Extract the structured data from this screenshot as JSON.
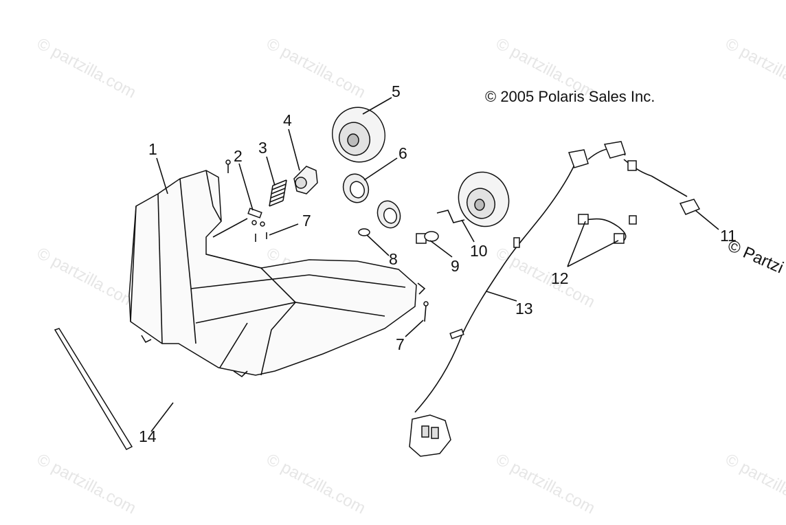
{
  "watermark": {
    "text": "© partzilla.com"
  },
  "copyright": {
    "text": "© 2005 Polaris Sales Inc.",
    "edge_text": "© Partzi"
  },
  "callouts": {
    "c1": "1",
    "c2": "2",
    "c3": "3",
    "c4": "4",
    "c5": "5",
    "c6": "6",
    "c7a": "7",
    "c7b": "7",
    "c8": "8",
    "c9": "9",
    "c10": "10",
    "c11": "11",
    "c12": "12",
    "c13": "13",
    "c14": "14"
  }
}
